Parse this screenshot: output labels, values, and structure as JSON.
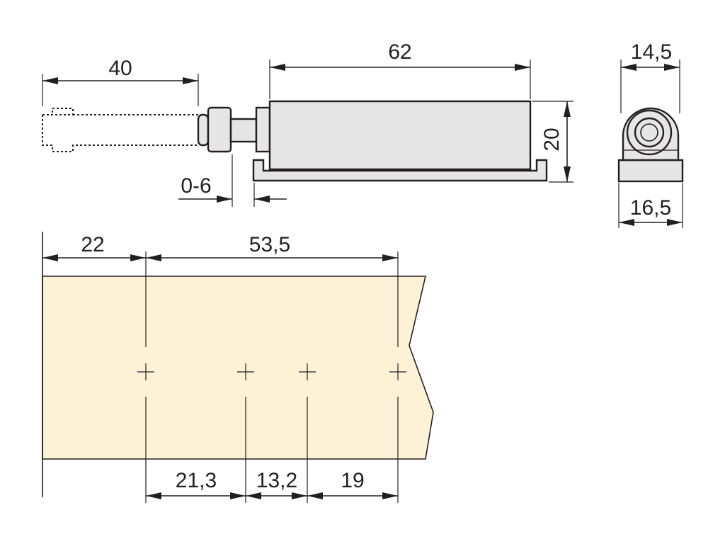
{
  "colors": {
    "line": "#231f20",
    "part_fill": "#e6e6e6",
    "panel_fill": "#fdf2d6"
  },
  "dimensions": {
    "pin_length": "40",
    "body_length": "62",
    "body_height": "20",
    "adjust_range": "0-6",
    "end_top_width": "14,5",
    "end_base_width": "16,5",
    "edge_to_first_hole": "22",
    "hole_span": "53,5",
    "hole_gap_1": "21,3",
    "hole_gap_2": "13,2",
    "hole_gap_3": "19"
  }
}
